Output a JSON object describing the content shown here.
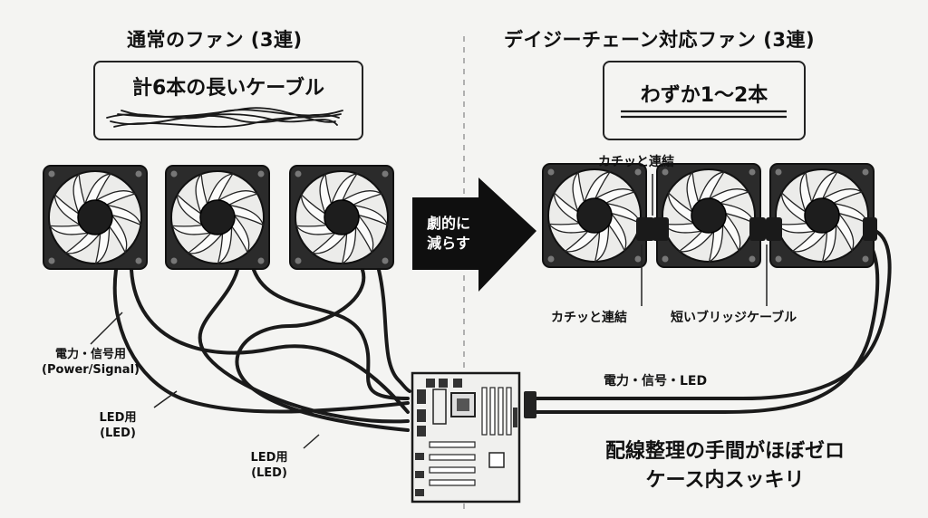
{
  "left": {
    "title": "通常のファン (3連)",
    "box_label": "計6本の長いケーブル",
    "label_power": "電力・信号用",
    "label_power_en": "(Power/Signal)",
    "label_led1": "LED用",
    "label_led1_en": "(LED)",
    "label_led2": "LED用",
    "label_led2_en": "(LED)"
  },
  "arrow": {
    "line1": "劇的に",
    "line2": "減らす"
  },
  "right": {
    "title": "デイジーチェーン対応ファン (3連)",
    "box_label": "わずか1〜2本",
    "click_top": "カチッと連結",
    "click_bottom": "カチッと連結",
    "bridge": "短いブリッジケーブル",
    "cable_label": "電力・信号・LED",
    "benefit_line1": "配線整理の手間がほぼゼロ",
    "benefit_line2": "ケース内スッキリ"
  }
}
